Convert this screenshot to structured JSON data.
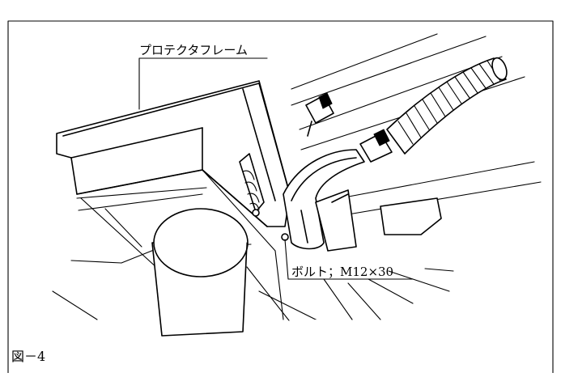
{
  "labels": {
    "protector_frame": "プロテクタフレーム",
    "bolt": "ボルト；M12×30",
    "figure_number": "図－4"
  },
  "colors": {
    "line": "#000000",
    "background": "#ffffff",
    "mask": "#ffffff"
  }
}
